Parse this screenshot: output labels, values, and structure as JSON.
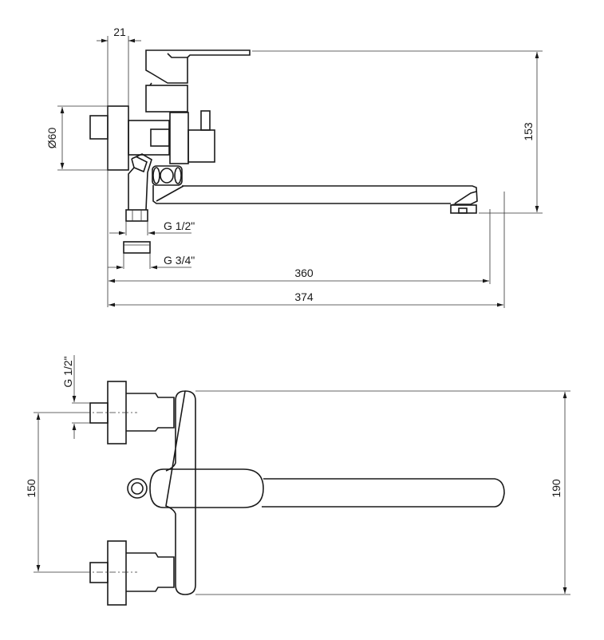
{
  "side_view": {
    "dim_plate_depth": "21",
    "dim_plate_diameter": "Ø60",
    "dim_height": "153",
    "dim_inlet_thread": "G 1/2\"",
    "dim_connection_thread": "G 3/4\"",
    "dim_spout_reach": "360",
    "dim_overall_length": "374"
  },
  "top_view": {
    "dim_inlet_thread": "G 1/2\"",
    "dim_inlet_spacing": "150",
    "dim_overall_width": "190"
  }
}
